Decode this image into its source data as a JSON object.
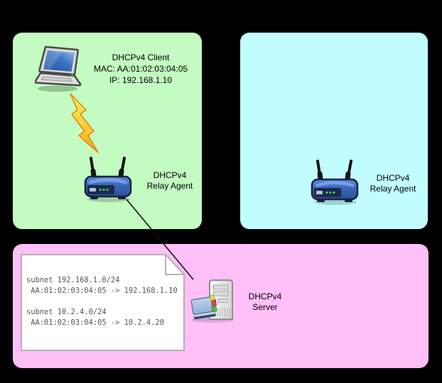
{
  "diagram": {
    "background_color": "#000000",
    "zones": {
      "client_network": {
        "color": "#c3fbc1"
      },
      "relay_network": {
        "color": "#c2feff"
      },
      "server_network": {
        "color": "#ffbff7"
      }
    },
    "client": {
      "title": "DHCPv4 Client",
      "mac": "MAC: AA:01:02:03:04:05",
      "ip": "IP: 192.168.1.10"
    },
    "relay_agent_1": {
      "line1": "DHCPv4",
      "line2": "Relay Agent"
    },
    "relay_agent_2": {
      "line1": "DHCPv4",
      "line2": "Relay Agent"
    },
    "server": {
      "line1": "DHCPv4",
      "line2": "Server"
    },
    "lease_note": {
      "text": "subnet 192.168.1.0/24\n AA:01:02:03:04:05 -> 192.168.1.10\n\nsubnet 10.2.4.0/24\n AA:01:02:03:04:05 -> 10.2.4.20",
      "paper_color": "#ffffff",
      "border_color": "#b2b2b2",
      "text_color": "#555555"
    },
    "icons": {
      "laptop": "laptop-icon",
      "lightning": "lightning-bolt-icon",
      "router": "wireless-router-icon",
      "server": "server-tower-icon"
    }
  }
}
